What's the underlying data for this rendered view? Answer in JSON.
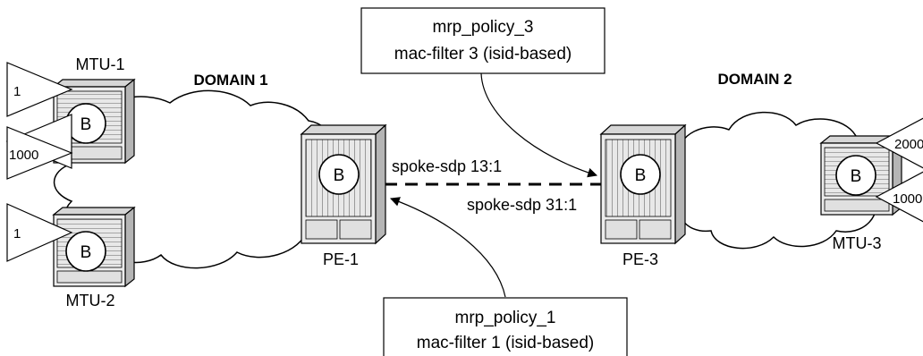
{
  "domains": {
    "d1": "DOMAIN 1",
    "d2": "DOMAIN 2"
  },
  "devices": {
    "mtu1": {
      "label": "MTU-1",
      "badge": "B"
    },
    "mtu2": {
      "label": "MTU-2",
      "badge": "B"
    },
    "mtu3": {
      "label": "MTU-3",
      "badge": "B"
    },
    "pe1": {
      "label": "PE-1",
      "badge": "B"
    },
    "pe3": {
      "label": "PE-3",
      "badge": "B"
    }
  },
  "ports": {
    "mtu1_top": "1",
    "mtu1_bottom": "1000",
    "mtu2": "1",
    "mtu3_top": "2000",
    "mtu3_bottom": "1000"
  },
  "links": {
    "spoke_13_1": "spoke-sdp 13:1",
    "spoke_31_1": "spoke-sdp 31:1"
  },
  "callouts": {
    "top": {
      "line1": "mrp_policy_3",
      "line2": "mac-filter 3 (isid-based)"
    },
    "bottom": {
      "line1": "mrp_policy_1",
      "line2": "mac-filter 1 (isid-based)"
    }
  }
}
